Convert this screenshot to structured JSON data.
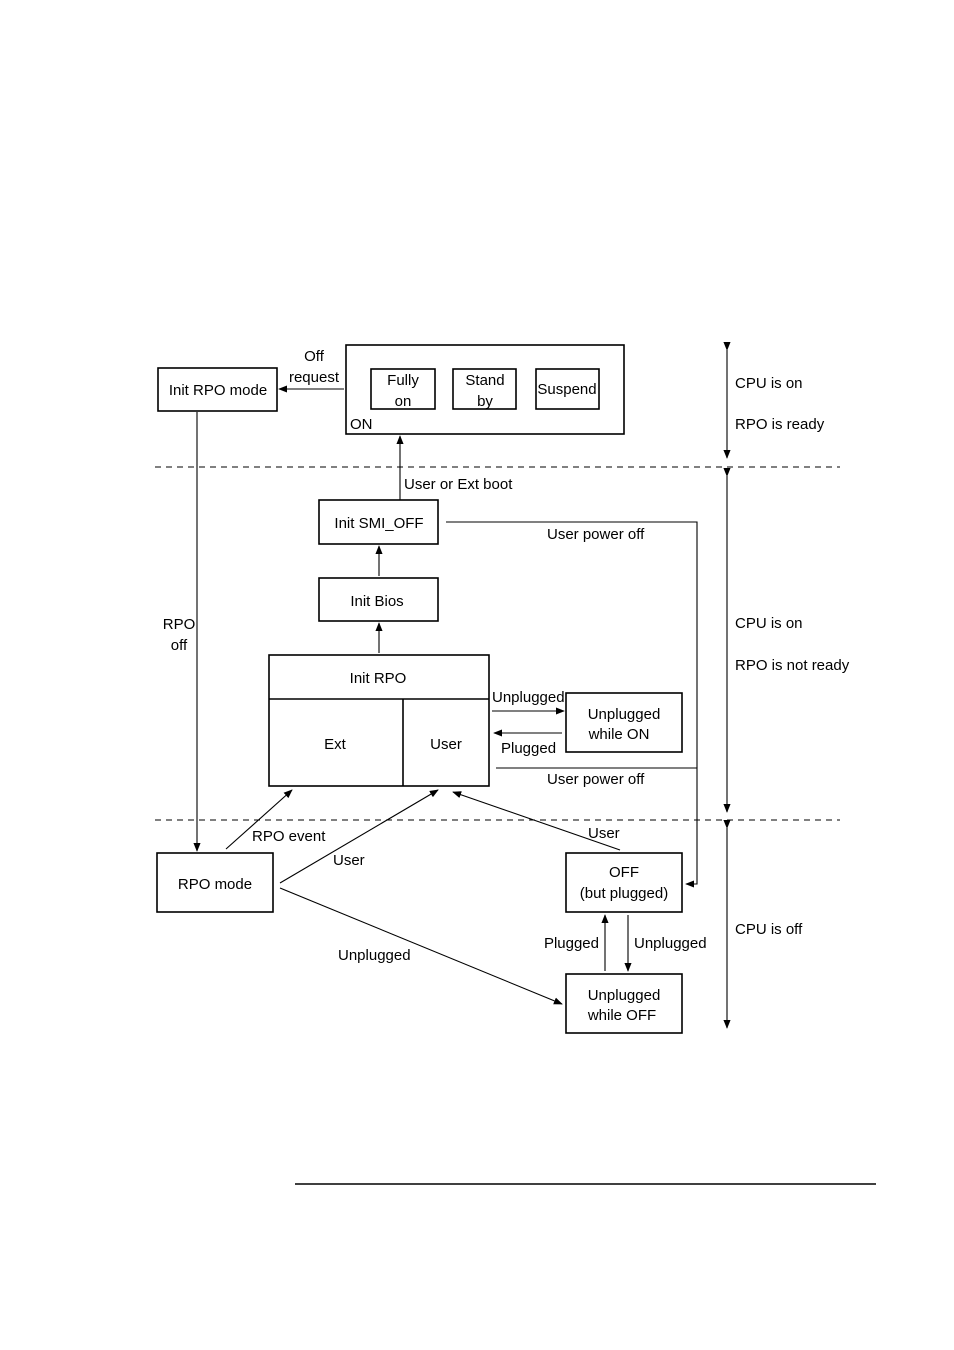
{
  "states": {
    "init_rpo_mode": "Init RPO mode",
    "on_group": "ON",
    "fully_on": [
      "Fully",
      "on"
    ],
    "stand_by": [
      "Stand",
      "by"
    ],
    "suspend": "Suspend",
    "init_smi_off": "Init SMI_OFF",
    "init_bios": "Init Bios",
    "init_rpo": "Init RPO",
    "ext": "Ext",
    "user": "User",
    "unplugged_while_on": [
      "Unplugged",
      "while ON"
    ],
    "rpo_mode": "RPO mode",
    "off_but_plugged": [
      "OFF",
      "(but plugged)"
    ],
    "unplugged_while_off": [
      "Unplugged",
      "while OFF"
    ]
  },
  "transitions": {
    "off_request": [
      "Off",
      "request"
    ],
    "user_or_ext_boot": "User or Ext boot",
    "user_power_off_top": "User power off",
    "rpo_off": [
      "RPO",
      "off"
    ],
    "unplugged_on": "Unplugged",
    "plugged_on": "Plugged",
    "user_power_off_bottom": "User power off",
    "rpo_event": "RPO event",
    "user_from_rpo": "User",
    "user_from_off": "User",
    "unplugged_from_rpo": "Unplugged",
    "plugged_off": "Plugged",
    "unplugged_off": "Unplugged"
  },
  "zones": {
    "top_line1": "CPU is on",
    "top_line2": "RPO is ready",
    "middle_line1": "CPU is on",
    "middle_line2": "RPO is not ready",
    "bottom_line1": "CPU is off"
  }
}
